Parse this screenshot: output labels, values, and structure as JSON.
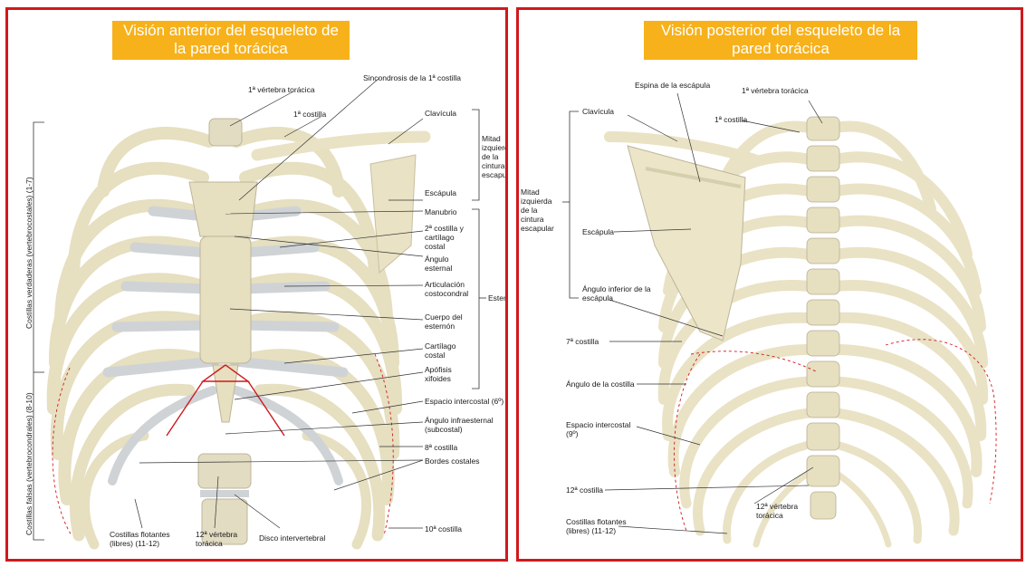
{
  "left_panel": {
    "title": "Visión anterior del esqueleto de la pared torácica",
    "labels": {
      "vertebra1": "1ª vértebra torácica",
      "sincondrosis": "Sincondrosis de la 1ª costilla",
      "costilla1": "1ª costilla",
      "clavicula": "Clavícula",
      "mitad": "Mitad izquierda de la cintura escapular",
      "escapula": "Escápula",
      "manubrio": "Manubrio",
      "costilla2": "2ª costilla y cartílago costal",
      "angulo_esternal": "Ángulo esternal",
      "articulacion": "Articulación costocondral",
      "esternon": "Esternón",
      "cuerpo": "Cuerpo del esternón",
      "cartilago": "Cartílago costal",
      "apofisis": "Apófisis xifoides",
      "espacio": "Espacio intercostal (6º)",
      "angulo_infra": "Ángulo infraesternal (subcostal)",
      "costilla8": "8ª costilla",
      "bordes": "Bordes costales",
      "costilla10": "10ª costilla",
      "flotantes": "Costillas flotantes (libres) (11-12)",
      "vertebra12": "12ª vértebra torácica",
      "disco": "Disco intervertebral",
      "verdaderas": "Costillas verdaderas (vertebrocostales) (1-7)",
      "falsas_a": "(8-10)",
      "falsas_b": "Costillas falsas (vertebrocondrales)"
    }
  },
  "right_panel": {
    "title": "Visión posterior del esqueleto de la pared torácica",
    "labels": {
      "espina": "Espina de la escápula",
      "vertebra1": "1ª vértebra torácica",
      "clavicula": "Clavícula",
      "costilla1": "1ª costilla",
      "mitad": "Mitad izquierda de la cintura escapular",
      "escapula": "Escápula",
      "angulo_inferior": "Ángulo inferior de la escápula",
      "costilla7": "7ª costilla",
      "angulo_costilla": "Ángulo de la costilla",
      "espacio": "Espacio intercostal (9º)",
      "costilla12": "12ª costilla",
      "vertebra12": "12ª vértebra torácica",
      "flotantes": "Costillas flotantes (libres) (11-12)"
    }
  },
  "colors": {
    "border": "#d0191c",
    "title_bg": "#f7b11a",
    "bone": "#e9e2c4",
    "cartilage": "#cfd3d6"
  }
}
